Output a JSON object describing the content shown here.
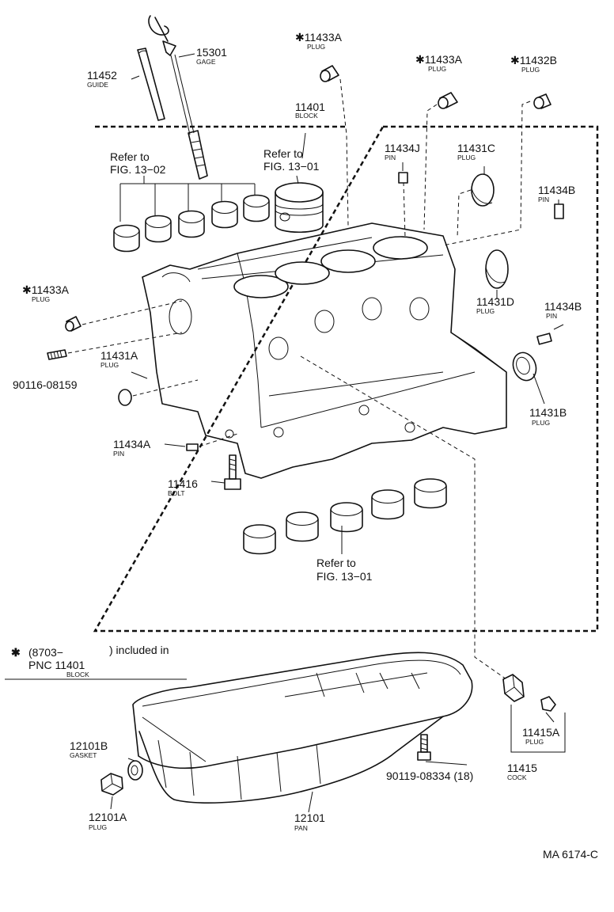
{
  "parts": {
    "p15301": {
      "number": "15301",
      "name": "GAGE"
    },
    "p11452": {
      "number": "11452",
      "name": "GUIDE"
    },
    "p11433A_top": {
      "number": "✱11433A",
      "name": "PLUG"
    },
    "p11433A_mid": {
      "number": "✱11433A",
      "name": "PLUG"
    },
    "p11432B": {
      "number": "✱11432B",
      "name": "PLUG"
    },
    "p11401": {
      "number": "11401",
      "name": "BLOCK"
    },
    "p11434J": {
      "number": "11434J",
      "name": "PIN"
    },
    "p11431C": {
      "number": "11431C",
      "name": "PLUG"
    },
    "p11434B_top": {
      "number": "11434B",
      "name": "PIN"
    },
    "p11433A_left": {
      "number": "✱11433A",
      "name": "PLUG"
    },
    "p11431D": {
      "number": "11431D",
      "name": "PLUG"
    },
    "p11434B_mid": {
      "number": "11434B",
      "name": "PIN"
    },
    "p11431A": {
      "number": "11431A",
      "name": "PLUG"
    },
    "p90116": {
      "number": "90116-08159"
    },
    "p11431B": {
      "number": "11431B",
      "name": "PLUG"
    },
    "p11434A": {
      "number": "11434A",
      "name": "PIN"
    },
    "p11416": {
      "number": "11416",
      "name": "BOLT"
    },
    "p11415A": {
      "number": "11415A",
      "name": "PLUG"
    },
    "p11415": {
      "number": "11415",
      "name": "COCK"
    },
    "p12101B": {
      "number": "12101B",
      "name": "GASKET"
    },
    "p90119": {
      "number": "90119-08334 (18)"
    },
    "p12101A": {
      "number": "12101A",
      "name": "PLUG"
    },
    "p12101": {
      "number": "12101",
      "name": "PAN"
    }
  },
  "refs": {
    "fig1302": {
      "line1": "Refer to",
      "line2": "FIG. 13−02"
    },
    "fig1301_top": {
      "line1": "Refer to",
      "line2": "FIG. 13−01"
    },
    "fig1301_bottom": {
      "line1": "Refer to",
      "line2": "FIG. 13−01"
    }
  },
  "note": {
    "symbol": "✱",
    "range": "(8703−",
    "text": ") included in",
    "pnc": "PNC 11401",
    "pnc_name": "BLOCK"
  },
  "diagram_code": "MA 6174-C"
}
